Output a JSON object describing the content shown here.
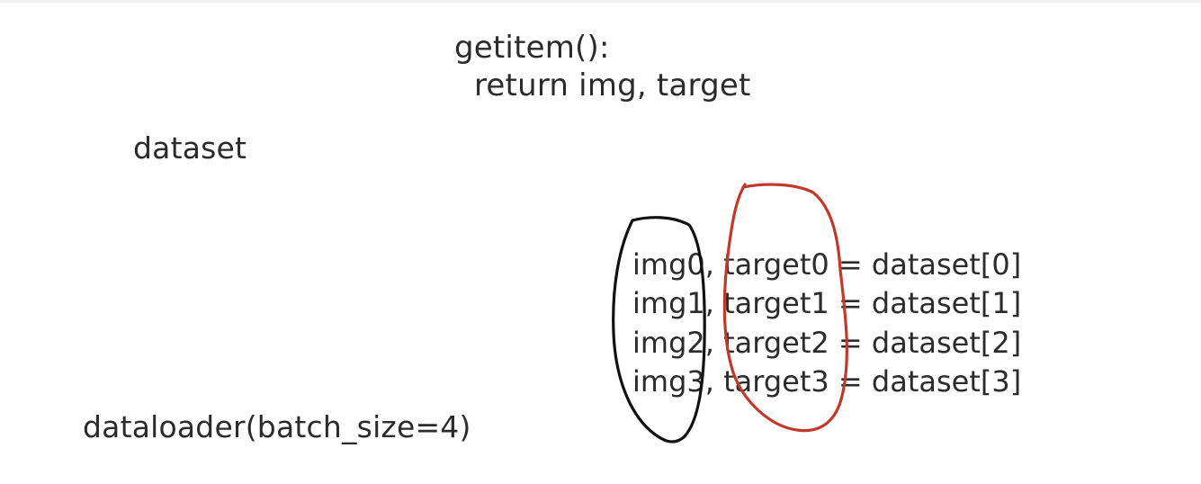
{
  "notes": {
    "getitem_line": "getitem():",
    "return_line": "return img, target",
    "dataset_label": "dataset",
    "dataloader_label": "dataloader(batch_size=4)"
  },
  "rows": [
    "img0, target0 = dataset[0]",
    "img1, target1 = dataset[1]",
    "img2, target2 = dataset[2]",
    "img3, target3 = dataset[3]"
  ],
  "annotations": {
    "img_loop_color": "#111111",
    "target_loop_color": "#c0392b"
  }
}
